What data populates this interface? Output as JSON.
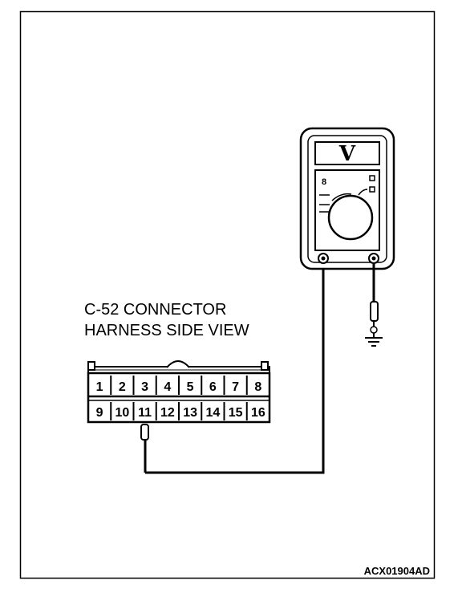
{
  "connector": {
    "title_line1": "C-52 CONNECTOR",
    "title_line2": "HARNESS SIDE VIEW",
    "top_row_pins": [
      "1",
      "2",
      "3",
      "4",
      "5",
      "6",
      "7",
      "8"
    ],
    "bottom_row_pins": [
      "9",
      "10",
      "11",
      "12",
      "13",
      "14",
      "15",
      "16"
    ],
    "probed_pin": "11"
  },
  "voltmeter": {
    "display": "V",
    "selector_mark": "8"
  },
  "figure_code": "ACX01904AD"
}
